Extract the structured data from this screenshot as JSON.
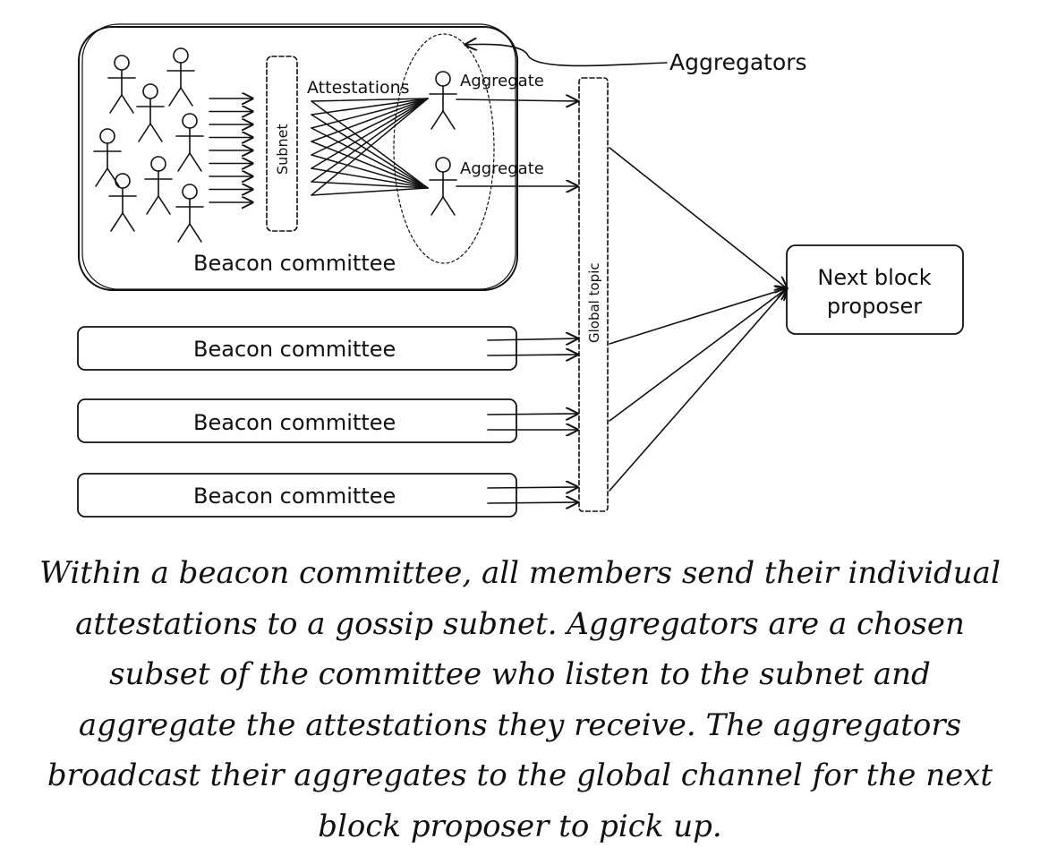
{
  "diagram": {
    "aggregators_label": "Aggregators",
    "attestations_label": "Attestations",
    "subnet_label": "Subnet",
    "aggregate_label_1": "Aggregate",
    "aggregate_label_2": "Aggregate",
    "global_topic_label": "Global topic",
    "main_committee_label": "Beacon committee",
    "committee_labels": [
      "Beacon committee",
      "Beacon committee",
      "Beacon committee"
    ],
    "proposer_line1": "Next block",
    "proposer_line2": "proposer",
    "ink_color": "#111111"
  },
  "caption": "Within a beacon committee, all members send their individual attestations to a gossip subnet. Aggregators are a chosen subset of the committee who listen to the subnet and aggregate the attestations they receive. The aggregators broadcast their aggregates to the global channel for the next block proposer to pick up."
}
